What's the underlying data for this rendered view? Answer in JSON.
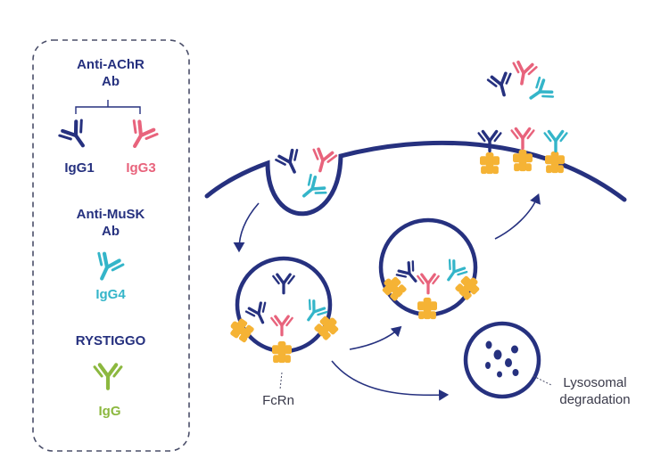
{
  "legend": {
    "achr_title_line1": "Anti-AChR",
    "achr_title_line2": "Ab",
    "igg1": "IgG1",
    "igg3": "IgG3",
    "musk_title_line1": "Anti-MuSK",
    "musk_title_line2": "Ab",
    "igg4": "IgG4",
    "drug_title": "RYSTIGGO",
    "igg": "IgG"
  },
  "labels": {
    "fcrn": "FcRn",
    "lysosome_line1": "Lysosomal",
    "lysosome_line2": "degradation"
  },
  "colors": {
    "navy": "#26317f",
    "pink": "#e8637c",
    "teal": "#34b5c9",
    "green": "#8cb83f",
    "fcrn": "#f5b335",
    "border": "#4a4e69"
  },
  "icons": {
    "antibody": "y-shaped-antibody-icon",
    "receptor": "fcrn-receptor-icon",
    "arrow": "curved-arrow-icon"
  }
}
